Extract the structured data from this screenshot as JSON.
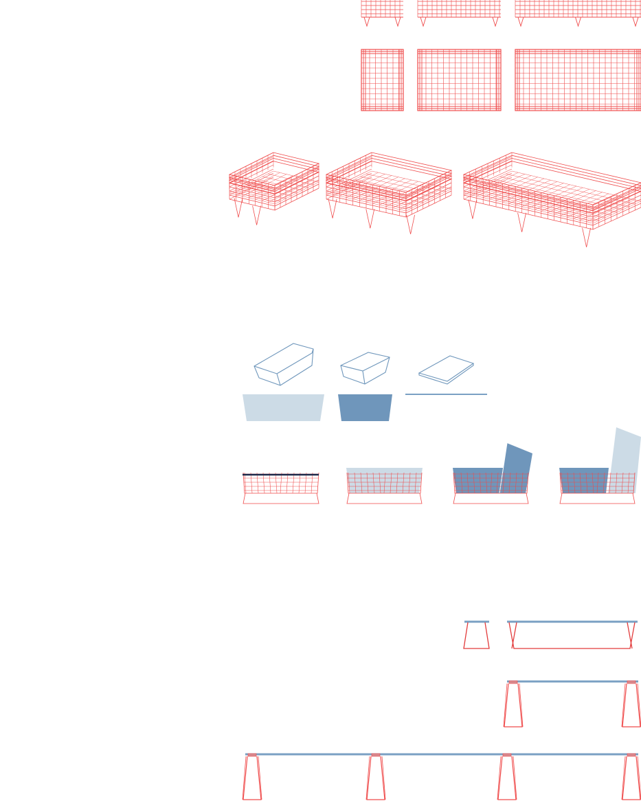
{
  "colors": {
    "wire": "#ef4a4a",
    "cushion_light": "#ccdbe6",
    "cushion_dark": "#6f96bb",
    "line_blue": "#7aa0c3",
    "rail_dark": "#1f2a4a",
    "background": "#ffffff"
  },
  "diagram": {
    "sections": [
      {
        "id": "basket-modules",
        "views": [
          "front",
          "top",
          "axonometric"
        ],
        "module_count": 3
      },
      {
        "id": "cushion-components",
        "parts": [
          "seat-cushion",
          "back-cushion",
          "panel"
        ]
      },
      {
        "id": "assembly-steps",
        "step_count": 4
      },
      {
        "id": "bench-frames",
        "configurations": [
          "single",
          "double",
          "quadruple"
        ]
      }
    ]
  }
}
